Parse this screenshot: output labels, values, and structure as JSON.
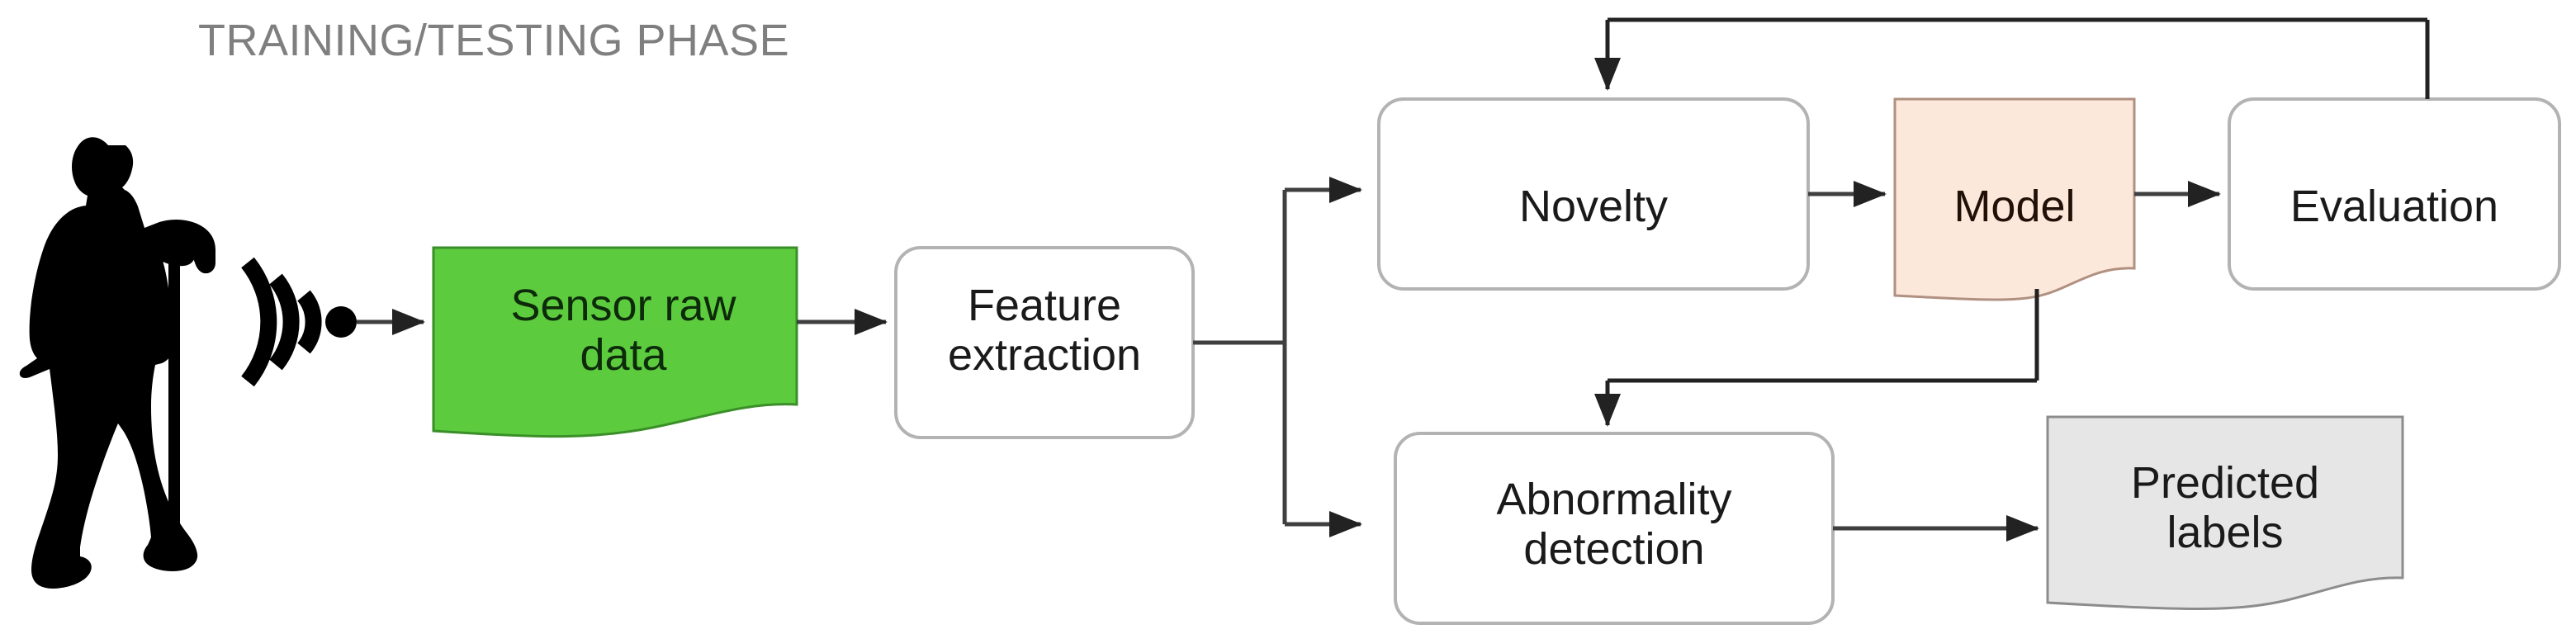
{
  "diagram": {
    "title": "TRAINING/TESTING PHASE",
    "title_color": "#7f7f7f",
    "background": "#ffffff",
    "stroke_color": "#3f3f3f",
    "box_border_color": "#b3b3b3",
    "actor": {
      "name": "elderly-person-with-cane",
      "color": "#000000"
    },
    "sensor_signal": {
      "name": "wireless-signal-icon",
      "arcs": 3,
      "color": "#000000"
    },
    "nodes": [
      {
        "id": "sensor-raw-data",
        "label": "Sensor raw\ndata",
        "shape": "document",
        "fill": "#5ccb3e",
        "text_color": "#0d2b0a"
      },
      {
        "id": "feature-extraction",
        "label": "Feature\nextraction",
        "shape": "rounded-rect",
        "fill": "#ffffff",
        "text_color": "#1a1a1a"
      },
      {
        "id": "novelty",
        "label": "Novelty",
        "shape": "rounded-rect",
        "fill": "#ffffff",
        "text_color": "#1a1a1a"
      },
      {
        "id": "model",
        "label": "Model",
        "shape": "document",
        "fill": "#fce8da",
        "text_color": "#201008"
      },
      {
        "id": "evaluation",
        "label": "Evaluation",
        "shape": "rounded-rect",
        "fill": "#ffffff",
        "text_color": "#1a1a1a"
      },
      {
        "id": "abnormality-detection",
        "label": "Abnormality\ndetection",
        "shape": "rounded-rect",
        "fill": "#ffffff",
        "text_color": "#1a1a1a"
      },
      {
        "id": "predicted-labels",
        "label": "Predicted\nlabels",
        "shape": "document",
        "fill": "#e6e6e6",
        "text_color": "#1a1a1a"
      }
    ],
    "edges": [
      {
        "from": "wireless-signal-icon",
        "to": "sensor-raw-data",
        "arrow": true
      },
      {
        "from": "sensor-raw-data",
        "to": "feature-extraction",
        "arrow": true
      },
      {
        "from": "feature-extraction",
        "to": "novelty",
        "arrow": true
      },
      {
        "from": "feature-extraction",
        "to": "abnormality-detection",
        "arrow": true
      },
      {
        "from": "novelty",
        "to": "model",
        "arrow": true
      },
      {
        "from": "model",
        "to": "evaluation",
        "arrow": true
      },
      {
        "from": "evaluation",
        "to": "novelty",
        "arrow": true,
        "style": "feedback-loop-top"
      },
      {
        "from": "model",
        "to": "abnormality-detection",
        "arrow": true,
        "style": "down-left-down"
      },
      {
        "from": "abnormality-detection",
        "to": "predicted-labels",
        "arrow": true
      }
    ]
  }
}
